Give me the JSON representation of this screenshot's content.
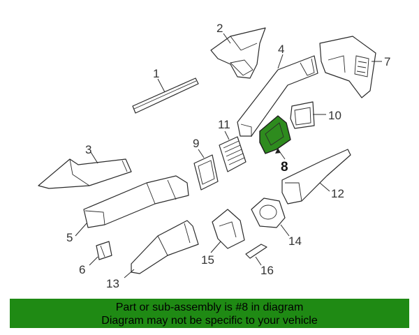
{
  "callouts": {
    "p1": "1",
    "p2": "2",
    "p3": "3",
    "p4": "4",
    "p5": "5",
    "p6": "6",
    "p7": "7",
    "p8": "8",
    "p9": "9",
    "p10": "10",
    "p11": "11",
    "p12": "12",
    "p13": "13",
    "p14": "14",
    "p15": "15",
    "p16": "16"
  },
  "highlight_color": "#2e8b1e",
  "banner": {
    "line1": "Part or sub-assembly is #8 in diagram",
    "line2": "Diagram may not be specific to your vehicle",
    "background": "#1f8a14"
  }
}
